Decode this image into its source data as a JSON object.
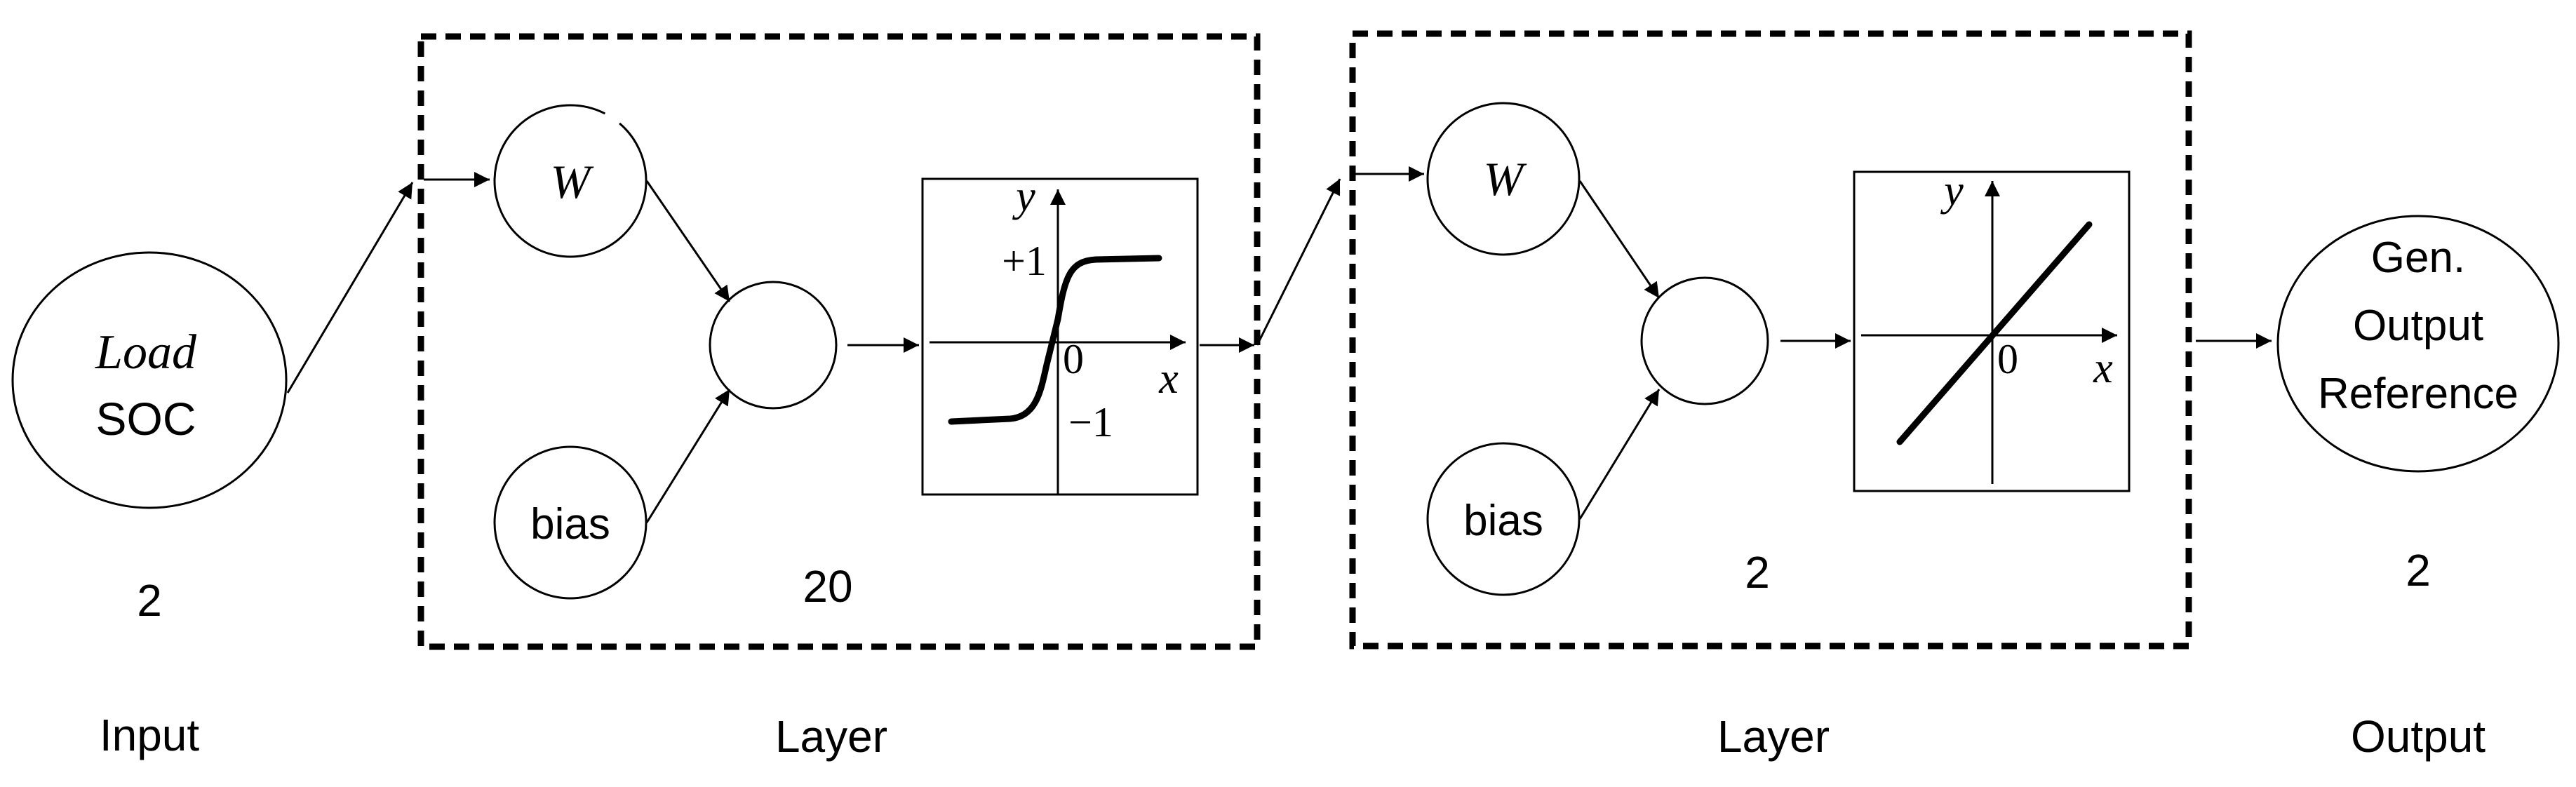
{
  "input": {
    "var_load": "Load",
    "var_soc": "SOC",
    "size": "2",
    "caption": "Input"
  },
  "hidden_layer": {
    "weight": "W",
    "bias": "bias",
    "size": "20",
    "caption": "Layer",
    "activation": {
      "y_axis": "y",
      "x_axis": "x",
      "origin": "0",
      "upper": "+1",
      "lower": "−1"
    }
  },
  "output_layer": {
    "weight": "W",
    "bias": "bias",
    "size": "2",
    "caption": "Layer",
    "activation": {
      "y_axis": "y",
      "x_axis": "x",
      "origin": "0"
    }
  },
  "output": {
    "line1": "Gen.",
    "line2": "Output",
    "line3": "Reference",
    "size": "2",
    "caption": "Output"
  }
}
